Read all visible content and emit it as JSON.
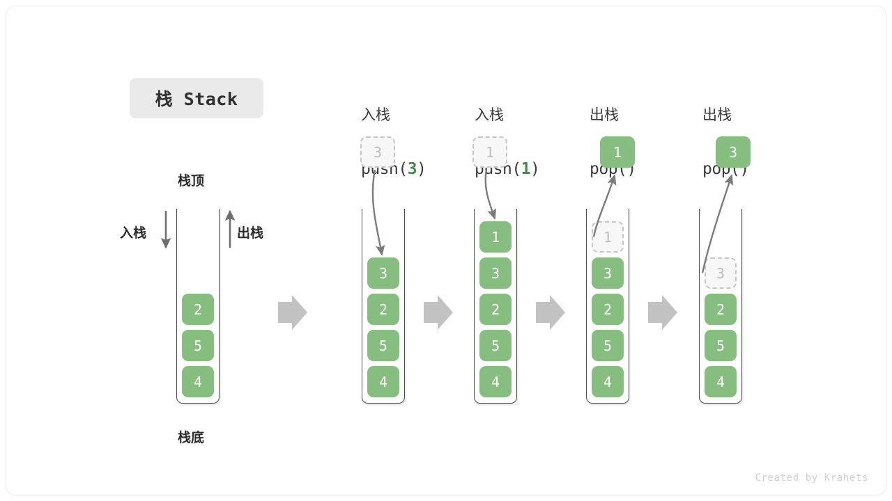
{
  "title_badge": "栈 Stack",
  "labels": {
    "top": "栈顶",
    "bottom": "栈底",
    "push_side": "入栈",
    "pop_side": "出栈"
  },
  "watermark": "Created by Krahets",
  "colors": {
    "cell_green": "#86be7f",
    "accent_green": "#3f9142",
    "ghost_fill": "#f7f7f7",
    "ghost_border": "#c6c6c6",
    "arrow_gray": "#6e6e6e",
    "connector_gray": "#c2c2c2",
    "container_border": "#4b4b4b",
    "badge_bg": "#eaeaea",
    "text_dark": "#2b2b2b"
  },
  "columns": [
    {
      "id": "initial",
      "head_cn": "",
      "head_code": "",
      "head_arg": "",
      "cells": [
        "2",
        "5",
        "4"
      ]
    },
    {
      "id": "push3",
      "head_cn": "入栈",
      "head_code_pre": "push(",
      "head_arg": "3",
      "head_code_post": ")",
      "ghost_above": "3",
      "cells": [
        "3",
        "2",
        "5",
        "4"
      ]
    },
    {
      "id": "push1",
      "head_cn": "入栈",
      "head_code_pre": "push(",
      "head_arg": "1",
      "head_code_post": ")",
      "ghost_above": "1",
      "cells": [
        "1",
        "3",
        "2",
        "5",
        "4"
      ]
    },
    {
      "id": "pop1",
      "head_cn": "出栈",
      "head_code_pre": "pop(",
      "head_arg": "",
      "head_code_post": ")",
      "popped_above": "1",
      "ghost_slot": "1",
      "cells": [
        "3",
        "2",
        "5",
        "4"
      ]
    },
    {
      "id": "pop2",
      "head_cn": "出栈",
      "head_code_pre": "pop(",
      "head_arg": "",
      "head_code_post": ")",
      "popped_above": "3",
      "ghost_slot": "3",
      "cells": [
        "2",
        "5",
        "4"
      ]
    }
  ]
}
